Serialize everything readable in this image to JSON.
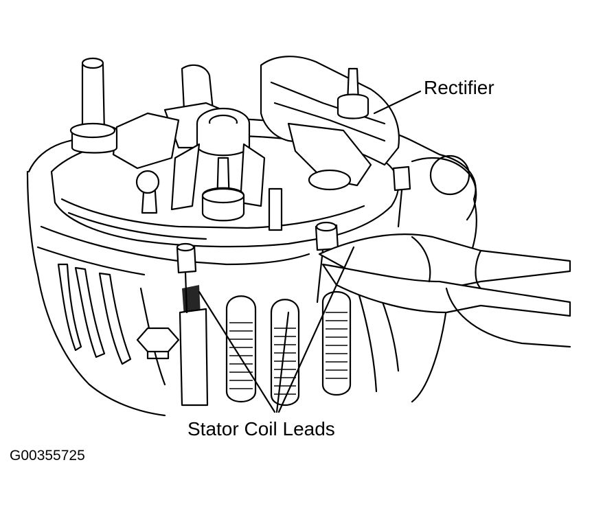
{
  "figure": {
    "labels": {
      "rectifier": "Rectifier",
      "stator_coil_leads": "Stator Coil Leads"
    },
    "figure_id": "G00355725"
  },
  "colors": {
    "ink": "#000000",
    "paper": "#ffffff"
  }
}
